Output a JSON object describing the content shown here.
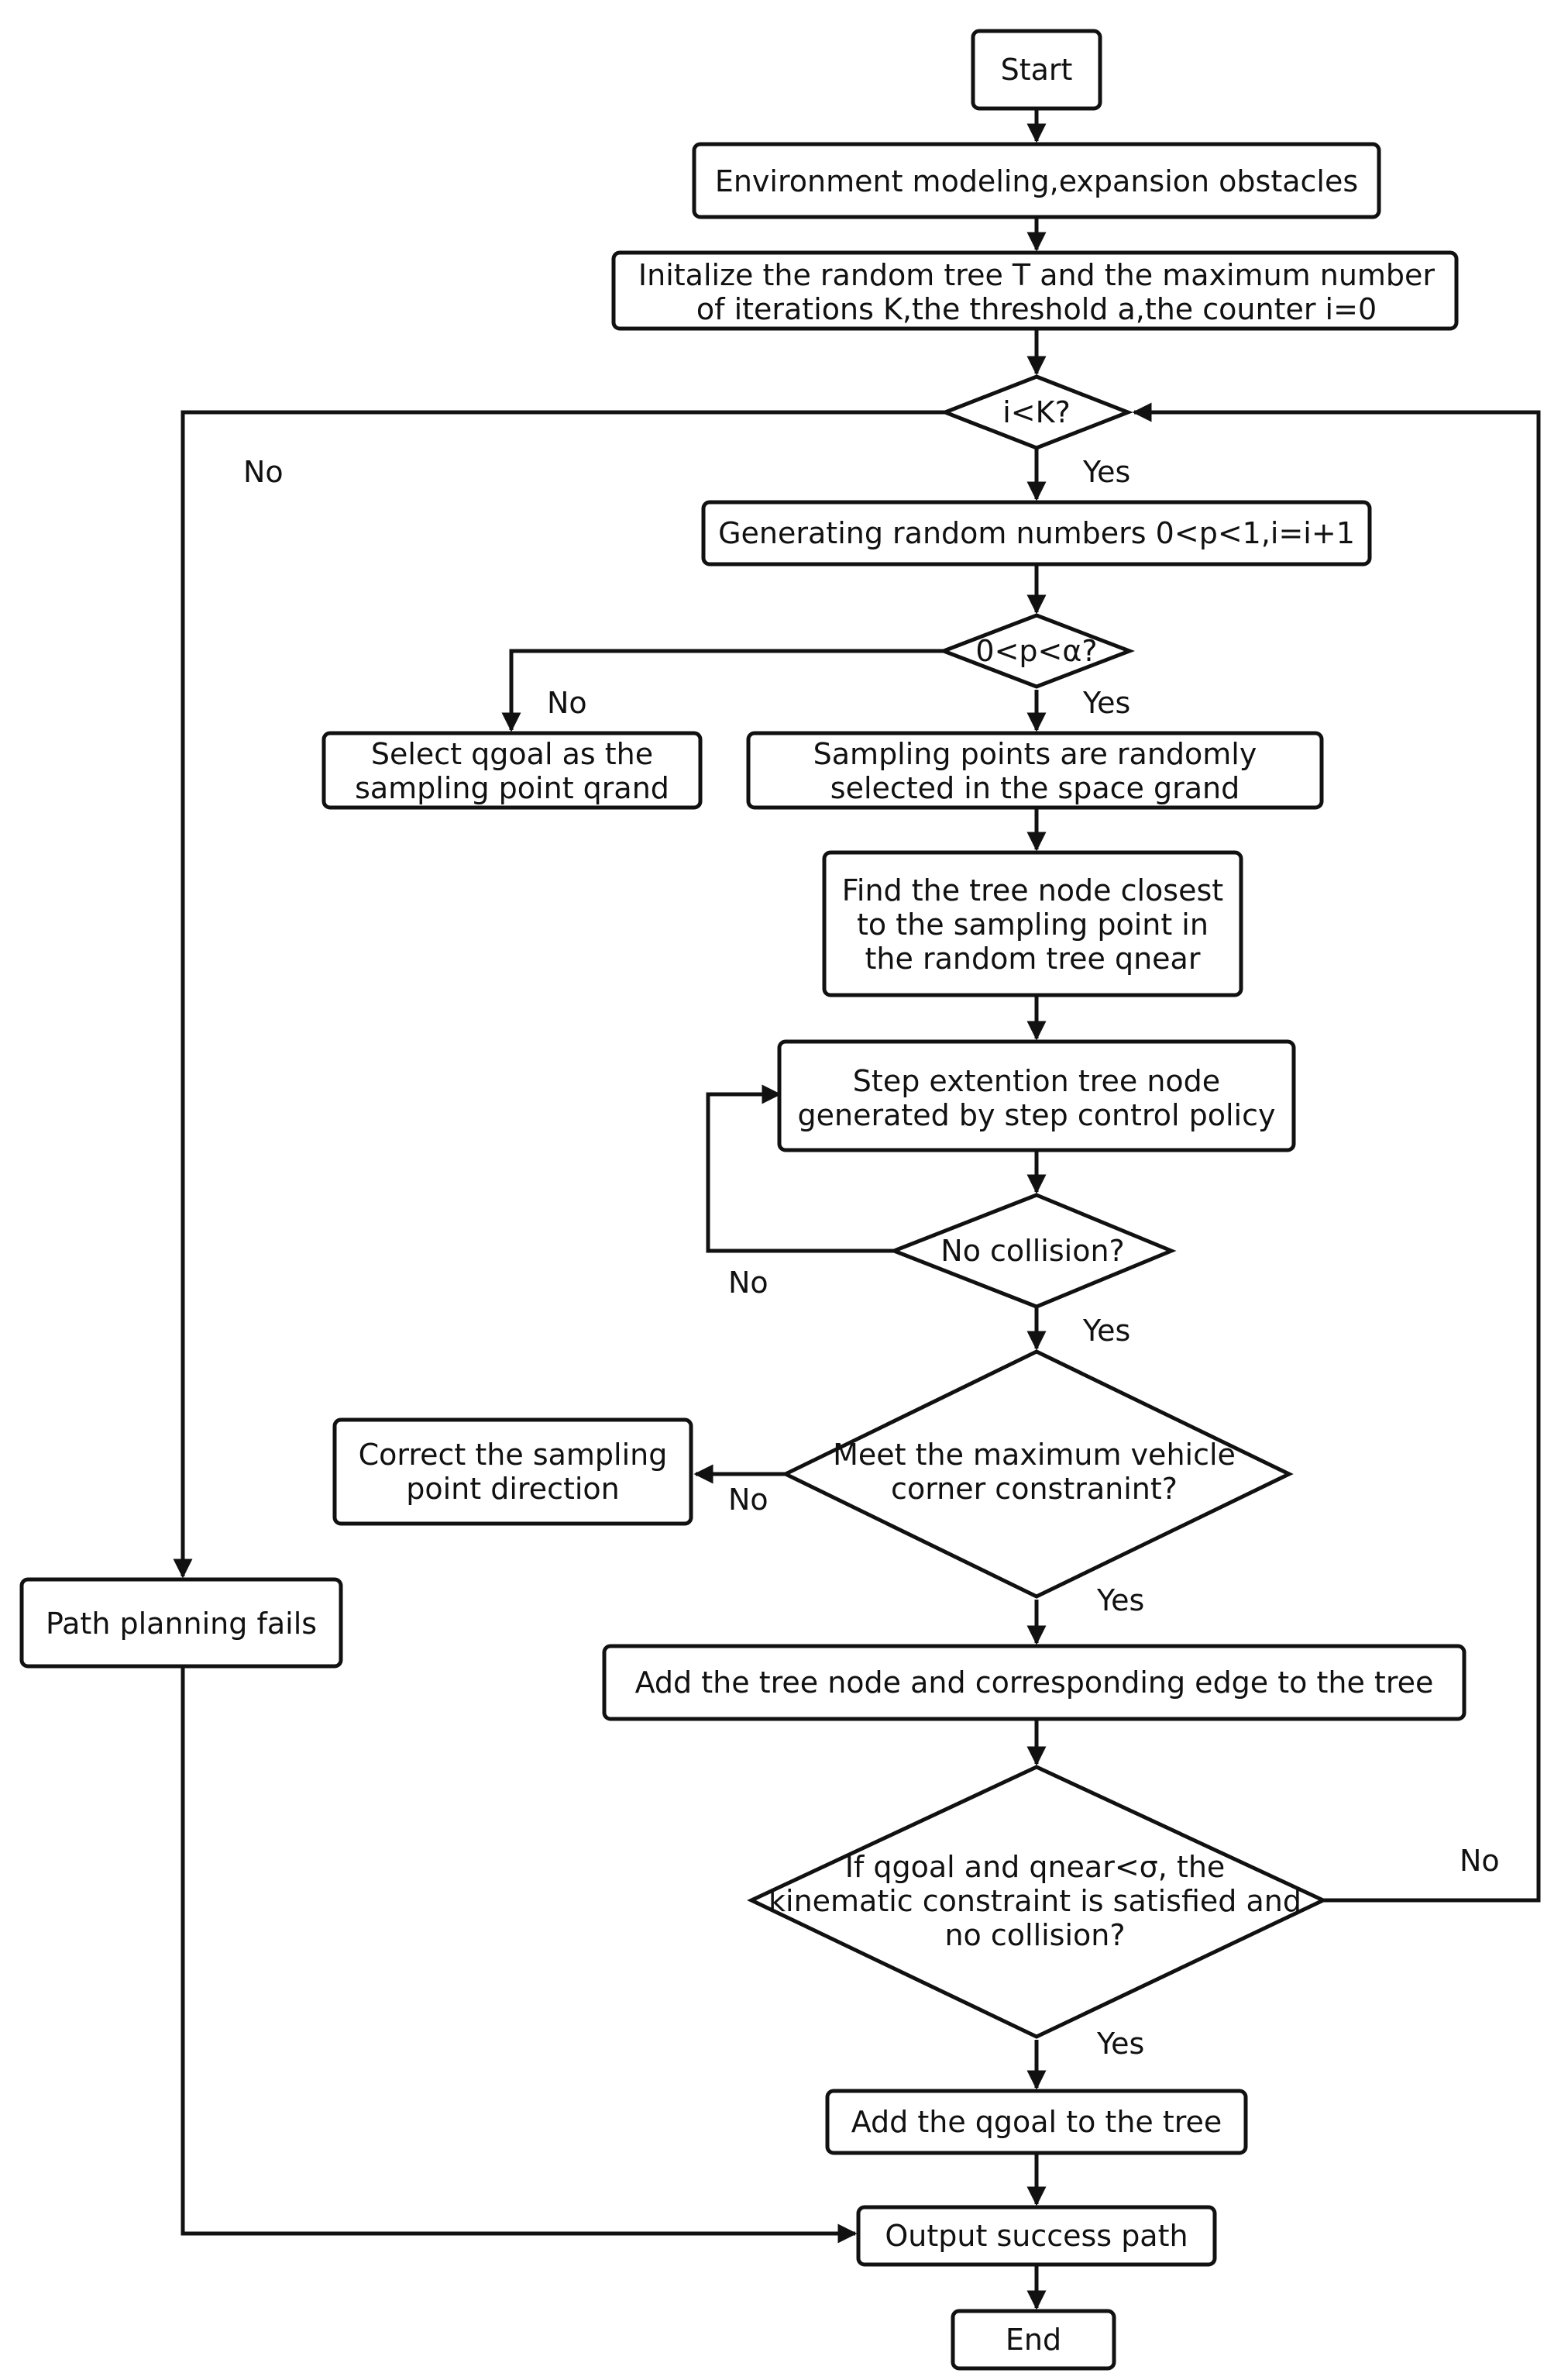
{
  "nodes": {
    "start": "Start",
    "env": "Environment modeling,expansion obstacles",
    "init": [
      "Initalize the random tree T and the maximum number",
      "of iterations K,the threshold a,the counter i=0"
    ],
    "ik": "i<K?",
    "gen": "Generating random numbers 0<p<1,i=i+1",
    "palpha": "0<p<α?",
    "selgoal": [
      "Select qgoal as the",
      "sampling point qrand"
    ],
    "sampling": [
      "Sampling points are randomly",
      "selected in the space grand"
    ],
    "find": [
      "Find the tree node closest",
      "to the sampling point in",
      "the random tree qnear"
    ],
    "step": [
      "Step extention tree node",
      "generated by step control policy"
    ],
    "nocol": "No collision?",
    "correct": [
      "Correct the sampling",
      "point direction"
    ],
    "meet": [
      "Meet the maximum vehicle",
      "corner constranint?"
    ],
    "fails": "Path planning fails",
    "add": "Add the tree node and corresponding edge to the tree",
    "ifq": [
      "If qgoal and qnear<σ,  the",
      "kinematic constraint is satisfied and",
      "no collision?"
    ],
    "addgoal": "Add the qgoal to the tree",
    "output": "Output success path",
    "end": "End"
  },
  "labels": {
    "ik_no": "No",
    "ik_yes": "Yes",
    "palpha_no": "No",
    "palpha_yes": "Yes",
    "nocol_no": "No",
    "nocol_yes": "Yes",
    "meet_no": "No",
    "meet_yes": "Yes",
    "ifq_no": "No",
    "ifq_yes": "Yes"
  }
}
